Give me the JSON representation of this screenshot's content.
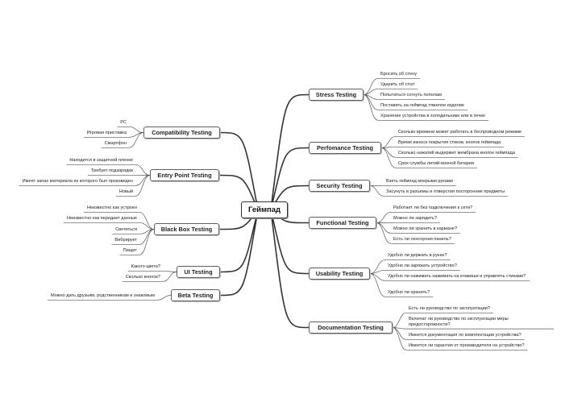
{
  "root": {
    "label": "Геймпад"
  },
  "branches": {
    "stress": {
      "label": "Stress Testing",
      "items": [
        "Бросить об стену",
        "Ударить об стол",
        "Попытаться согнуть пополам",
        "Поставить на геймпад тяжелое изделие",
        "Хранение устройства в холодильнике или в печке"
      ]
    },
    "performance": {
      "label": "Perfomance Testing",
      "items": [
        "Сколько времени может работать в беспроводном режиме",
        "Время износа покрытия стиков, кнопок геймпада",
        "Сколько нажатий выдержит мембрана кнопок геймпада",
        "Срок службы литий-ионной батареи"
      ]
    },
    "security": {
      "label": "Security Testing",
      "items": [
        "Взять геймпад мокрыми руками",
        "Засунуть в разъемы и отверстия посторонние предметы"
      ]
    },
    "functional": {
      "label": "Functional Testing",
      "items": [
        "Работает ли без подключения к сети?",
        "Можно ли зарядить?",
        "Можно ли хранить в кармане?",
        "Есть ли сенсорная панель?"
      ]
    },
    "usability": {
      "label": "Usability Testing",
      "items": [
        "Удобно ли держать в руках?",
        "Удобно ли заряжать устройство?",
        "Удобно ли нажимать нажимать на клавиши и управлять стиками?",
        "Удобно ли хранить?"
      ]
    },
    "documentation": {
      "label": "Documentation Testing",
      "items": [
        "Есть ли руководство по эксплуатации?",
        "Включат ли руководство по эксплуатации меры предосторожности?",
        "Имеется документация по комплектации устройства?",
        "Имеется ли гарантия от производителя на устройство?"
      ]
    },
    "compatibility": {
      "label": "Compatibility Testing",
      "items": [
        "PC",
        "Игровая приставка",
        "Смартфон"
      ]
    },
    "entry": {
      "label": "Entry Point Testing",
      "items": [
        "Находится в защитной пленке",
        "Требует подзарядки",
        "Имеет запах материала из которого был произведен",
        "Новый"
      ]
    },
    "blackbox": {
      "label": "Black Box Testing",
      "items": [
        "Неизвестно как устроен",
        "Неизвестно как передает данные",
        "Светиться",
        "Вибрирует",
        "Пищит"
      ]
    },
    "ui": {
      "label": "UI Testing",
      "items": [
        "Какого цвета?",
        "Сколько кнопок?"
      ]
    },
    "beta": {
      "label": "Beta Testing",
      "items": [
        "Можно дать друзьям, родственникам и знакомым"
      ]
    }
  }
}
